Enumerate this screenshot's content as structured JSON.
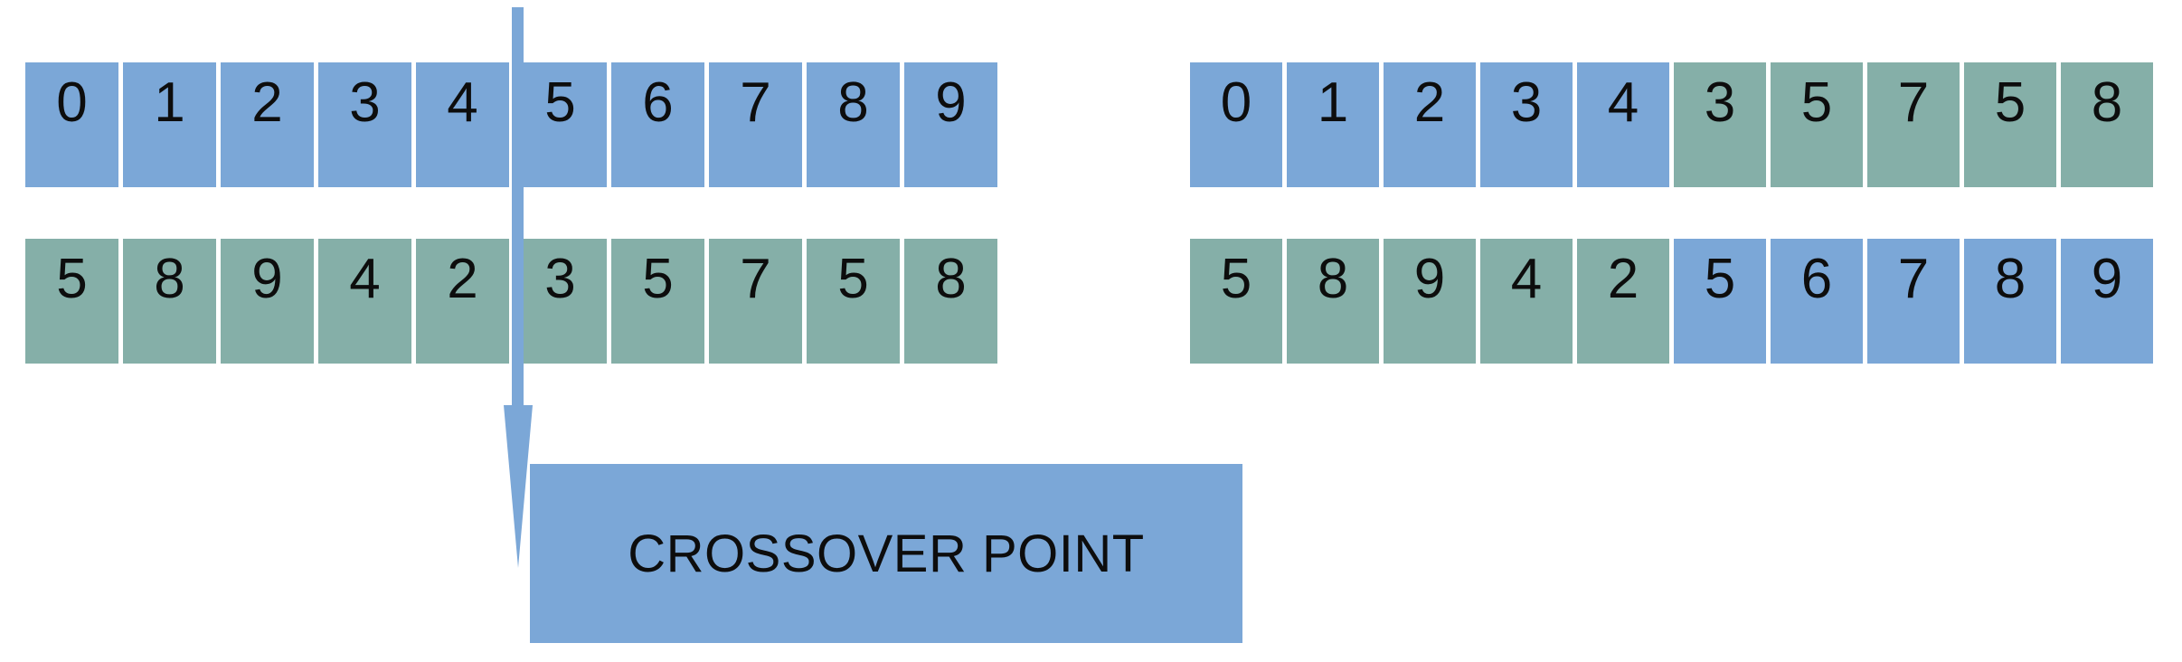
{
  "diagram": {
    "title_label": "CROSSOVER POINT",
    "colors": {
      "parent_blue": "#7ba7d7",
      "parent_green": "#85afa8",
      "background": "#ffffff",
      "text": "#0d0d0d",
      "arrow": "#7ba7d7"
    },
    "arrow": {
      "name": "crossover-arrow",
      "direction": "down",
      "crossover_index": 5
    },
    "left_group": {
      "name": "parents",
      "rows": [
        {
          "name": "parent-1",
          "cells": [
            {
              "value": "0",
              "color": "blue"
            },
            {
              "value": "1",
              "color": "blue"
            },
            {
              "value": "2",
              "color": "blue"
            },
            {
              "value": "3",
              "color": "blue"
            },
            {
              "value": "4",
              "color": "blue"
            },
            {
              "value": "5",
              "color": "blue"
            },
            {
              "value": "6",
              "color": "blue"
            },
            {
              "value": "7",
              "color": "blue"
            },
            {
              "value": "8",
              "color": "blue"
            },
            {
              "value": "9",
              "color": "blue"
            }
          ]
        },
        {
          "name": "parent-2",
          "cells": [
            {
              "value": "5",
              "color": "green"
            },
            {
              "value": "8",
              "color": "green"
            },
            {
              "value": "9",
              "color": "green"
            },
            {
              "value": "4",
              "color": "green"
            },
            {
              "value": "2",
              "color": "green"
            },
            {
              "value": "3",
              "color": "green"
            },
            {
              "value": "5",
              "color": "green"
            },
            {
              "value": "7",
              "color": "green"
            },
            {
              "value": "5",
              "color": "green"
            },
            {
              "value": "8",
              "color": "green"
            }
          ]
        }
      ]
    },
    "right_group": {
      "name": "offspring",
      "rows": [
        {
          "name": "child-1",
          "cells": [
            {
              "value": "0",
              "color": "blue"
            },
            {
              "value": "1",
              "color": "blue"
            },
            {
              "value": "2",
              "color": "blue"
            },
            {
              "value": "3",
              "color": "blue"
            },
            {
              "value": "4",
              "color": "blue"
            },
            {
              "value": "3",
              "color": "green"
            },
            {
              "value": "5",
              "color": "green"
            },
            {
              "value": "7",
              "color": "green"
            },
            {
              "value": "5",
              "color": "green"
            },
            {
              "value": "8",
              "color": "green"
            }
          ]
        },
        {
          "name": "child-2",
          "cells": [
            {
              "value": "5",
              "color": "green"
            },
            {
              "value": "8",
              "color": "green"
            },
            {
              "value": "9",
              "color": "green"
            },
            {
              "value": "4",
              "color": "green"
            },
            {
              "value": "2",
              "color": "green"
            },
            {
              "value": "5",
              "color": "blue"
            },
            {
              "value": "6",
              "color": "blue"
            },
            {
              "value": "7",
              "color": "blue"
            },
            {
              "value": "8",
              "color": "blue"
            },
            {
              "value": "9",
              "color": "blue"
            }
          ]
        }
      ]
    }
  }
}
